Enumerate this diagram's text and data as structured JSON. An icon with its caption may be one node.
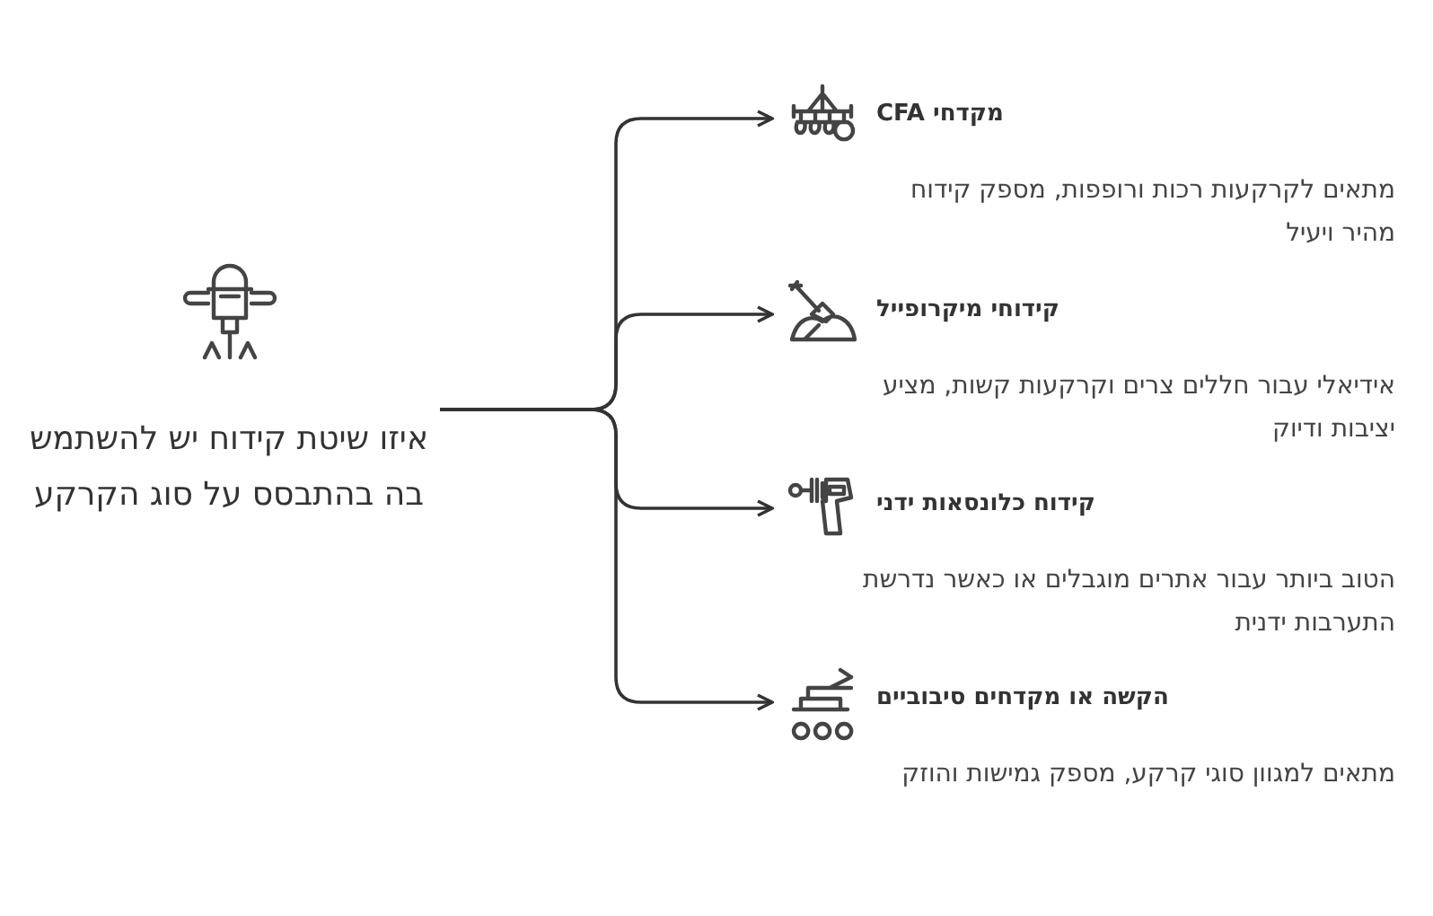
{
  "diagram": {
    "nodes": [
      {
        "text": [
          "איזו שיטת קידוח יש להשתמש בה בהתבסס על סוג הקרקע"
        ]
      },
      {
        "text": [
          "מקדחי CFA",
          "מתאים לקרקעות רכות ורופפות, מספק קידוח מהיר ויעיל"
        ]
      },
      {
        "text": [
          "קידוחי מיקרופייל",
          "אידיאלי עבור חללים צרים וקרקעות קשות, מציע יציבות ודיוק"
        ]
      },
      {
        "text": [
          "קידוח כלונסאות ידני",
          "הטוב ביותר עבור אתרים מוגבלים או כאשר נדרשת התערבות ידנית"
        ]
      },
      {
        "text": [
          "הקשה או מקדחים סיבוביים",
          "מתאים למגוון סוגי קרקע, מספק גמישות והוזק"
        ]
      }
    ],
    "edges": [
      {
        "from": 0,
        "to": 1,
        "arrow": "to"
      },
      {
        "from": 0,
        "to": 2,
        "arrow": "to"
      },
      {
        "from": 0,
        "to": 3,
        "arrow": "to"
      },
      {
        "from": 0,
        "to": 4,
        "arrow": "to"
      }
    ]
  }
}
